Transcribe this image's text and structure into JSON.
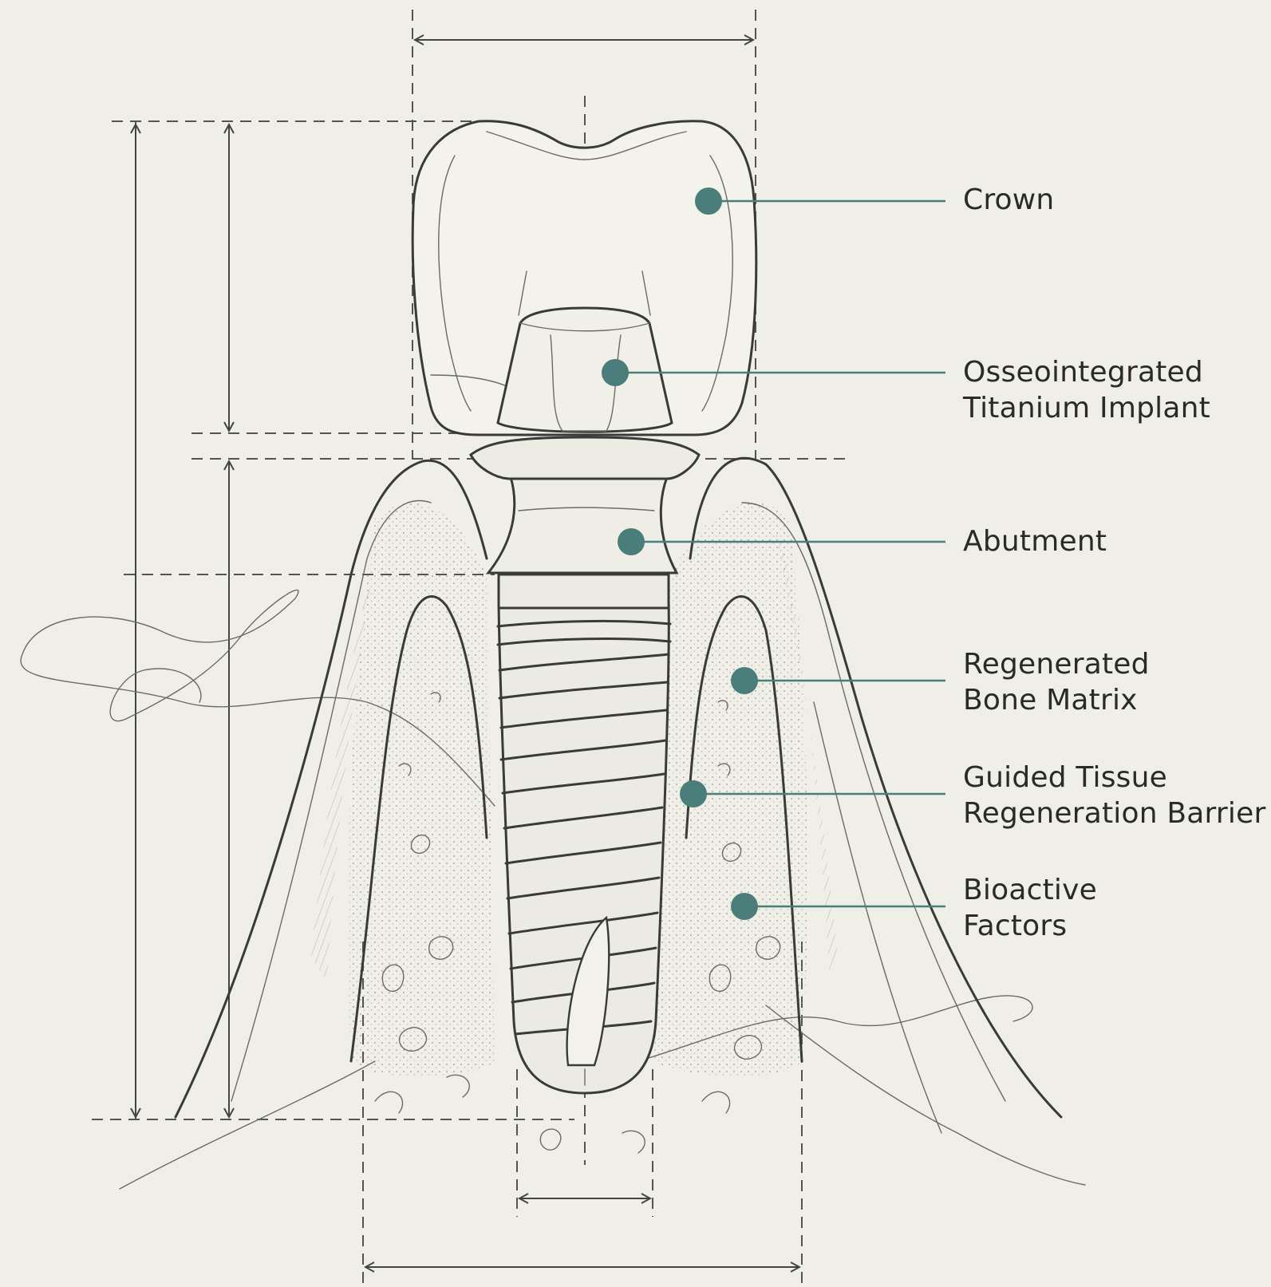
{
  "diagram": {
    "accent_color": "#4a7e7a",
    "background_color": "#f0efe7",
    "labels": [
      {
        "id": "crown",
        "text": "Crown"
      },
      {
        "id": "implant",
        "text": "Osseointegrated\nTitanium Implant"
      },
      {
        "id": "abutment",
        "text": "Abutment"
      },
      {
        "id": "bone-matrix",
        "text": "Regenerated\nBone Matrix"
      },
      {
        "id": "barrier",
        "text": "Guided Tissue\nRegeneration Barrier"
      },
      {
        "id": "bioactive",
        "text": "Bioactive\nFactors"
      }
    ]
  }
}
